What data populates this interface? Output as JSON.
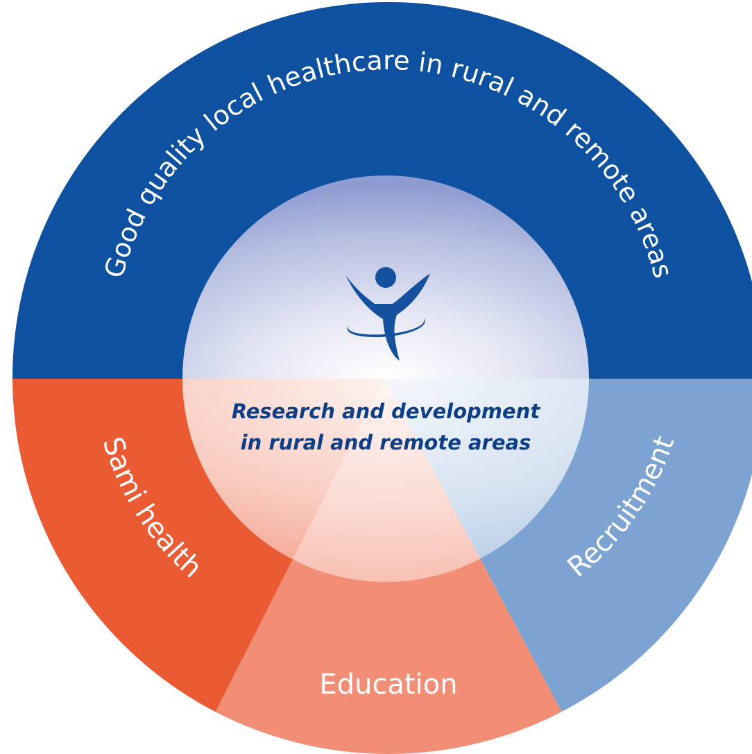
{
  "diagram": {
    "colors": {
      "outer_top": "#0d51a0",
      "sami": "#ea5a33",
      "education": "#f28e76",
      "recruitment": "#7ca3d2",
      "logo": "#15519f",
      "center_text": "#0e3f86"
    },
    "outer_top_label": "Good quality local healthcare in rural and remote areas",
    "sami_label": "Sami health",
    "education_label": "Education",
    "recruitment_label": "Recruitment",
    "center": {
      "line1": "Research and development",
      "line2": "in rural and remote areas",
      "icon": "person-with-ring-icon"
    }
  }
}
